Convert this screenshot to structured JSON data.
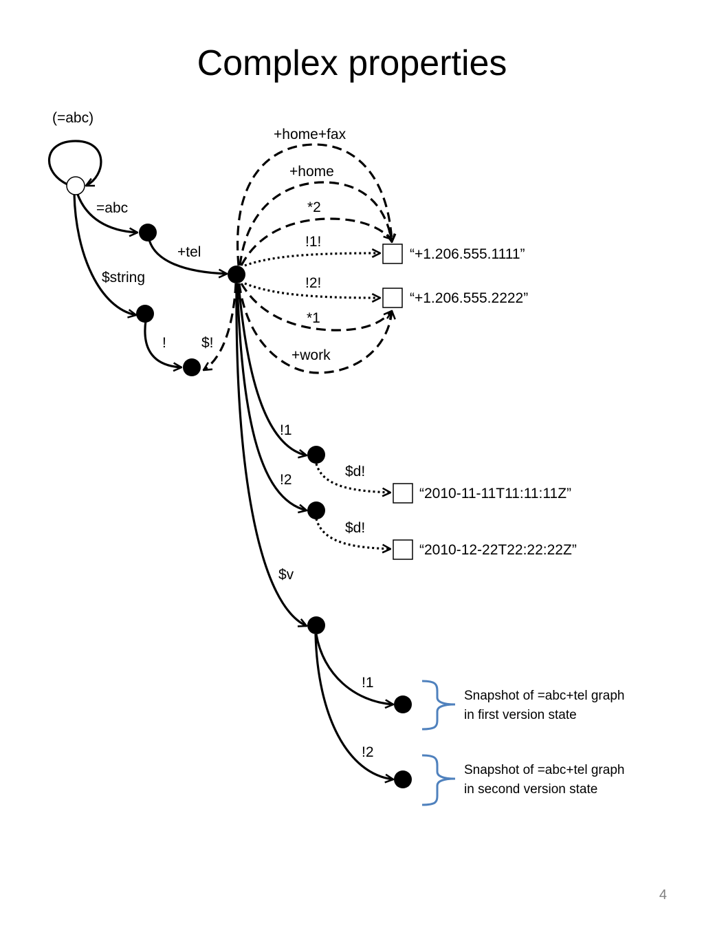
{
  "title": "Complex properties",
  "page_number": "4",
  "colors": {
    "ink": "#000000",
    "brace": "#4f81bd",
    "page_number": "#7f7f7f"
  },
  "labels": {
    "root_self": "(=abc)",
    "eq_abc": "=abc",
    "tel": "+tel",
    "string": "$string",
    "bang": "!",
    "dollar_bang": "$!",
    "home_fax": "+home+fax",
    "home": "+home",
    "star2": "*2",
    "bang1bang": "!1!",
    "bang2bang": "!2!",
    "star1": "*1",
    "work": "+work",
    "v_bang1": "!1",
    "v_bang2": "!2",
    "d1": "$d!",
    "d2": "$d!",
    "v": "$v",
    "snap_bang1": "!1",
    "snap_bang2": "!2"
  },
  "literals": {
    "phone1": "“+1.206.555.1111”",
    "phone2": "“+1.206.555.2222”",
    "date1": "“2010-11-11T11:11:11Z”",
    "date2": "“2010-12-22T22:22:22Z”"
  },
  "notes": {
    "first": {
      "line1": "Snapshot of =abc+tel graph",
      "line2": "in first version state"
    },
    "second": {
      "line1": "Snapshot of =abc+tel graph",
      "line2": "in second version state"
    }
  }
}
